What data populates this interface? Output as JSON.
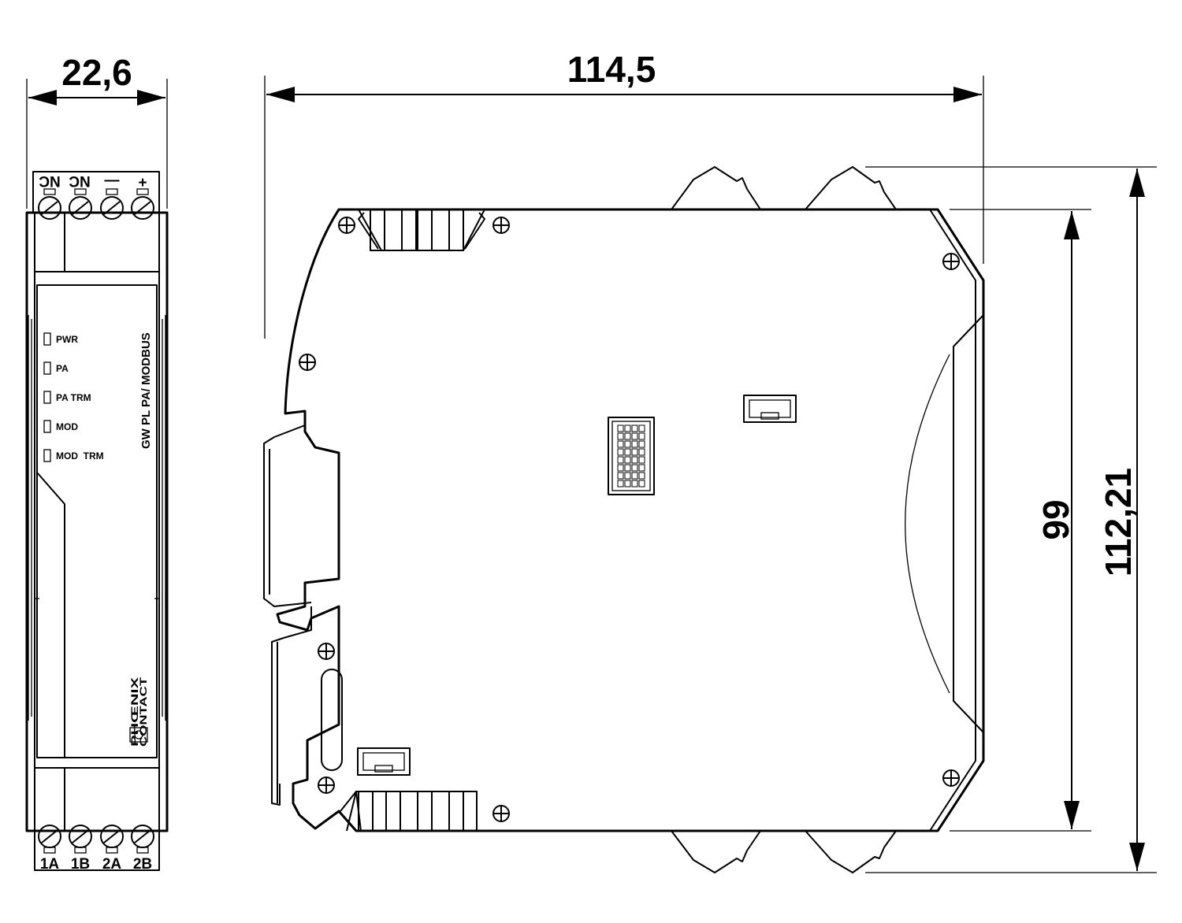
{
  "dimensions": {
    "front_width": "22,6",
    "side_depth": "114,5",
    "height_body": "99",
    "height_total": "112,21"
  },
  "front_view": {
    "top_terminals": [
      "NC",
      "NC",
      "—",
      "+"
    ],
    "leds": [
      "PWR",
      "PA",
      "PA TRM",
      "MOD",
      "MOD  TRM"
    ],
    "product_label": "GW PL PA/ MODBUS",
    "logo_line1": "PHŒNIX",
    "logo_line2": "CONTACT",
    "bottom_terminals": [
      "1A",
      "1B",
      "2A",
      "2B"
    ]
  },
  "colors": {
    "line": "#000000",
    "background": "#ffffff"
  }
}
